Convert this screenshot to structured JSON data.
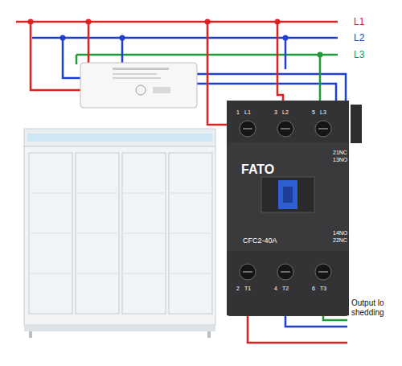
{
  "diagram": {
    "nodes": [
      {
        "text": [
          "FATO",
          "CFC2-40A"
        ]
      }
    ],
    "labels": [
      "L1",
      "L2",
      "L3",
      "1",
      "L1",
      "3",
      "L2",
      "5",
      "L3",
      "21NC",
      "13NO",
      "14NO",
      "22NC",
      "2",
      "T1",
      "4",
      "T2",
      "6",
      "T3",
      "Output lo",
      "shedding"
    ]
  }
}
